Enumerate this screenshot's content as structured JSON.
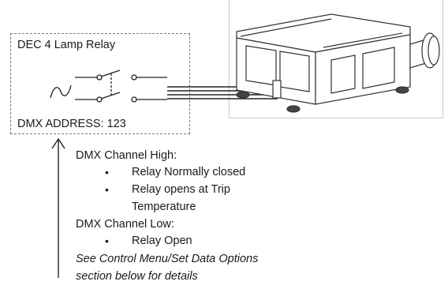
{
  "relay_box": {
    "title": "DEC 4 Lamp Relay",
    "address": "DMX ADDRESS: 123"
  },
  "notes": {
    "high_heading": "DMX Channel High:",
    "high_items": [
      "Relay Normally closed",
      "Relay opens at Trip",
      "Temperature"
    ],
    "low_heading": "DMX Channel Low:",
    "low_items": [
      "Relay Open"
    ],
    "footnote_line1": "See Control Menu/Set Data Options",
    "footnote_line2": "section below for details"
  },
  "icons": {
    "ac_source": "ac-sine-icon",
    "relay_switch": "relay-contact-icon",
    "projector": "projector-icon",
    "arrow": "up-arrow-icon"
  }
}
